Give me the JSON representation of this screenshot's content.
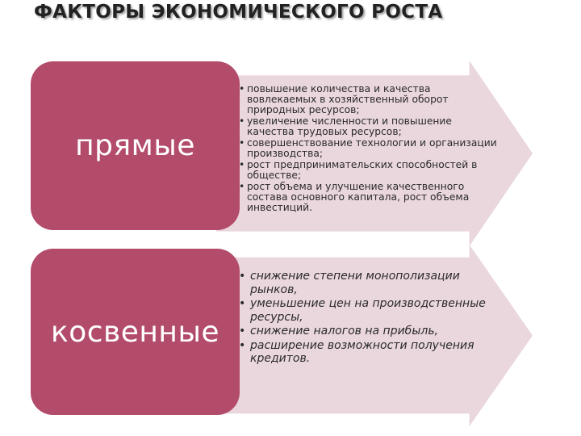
{
  "title": "ФАКТОРЫ ЭКОНОМИЧЕСКОГО РОСТА",
  "colors": {
    "box": "#b34b6b",
    "arrow": "#ead7de",
    "text": "#2a2a2a"
  },
  "groups": [
    {
      "label": "прямые",
      "items": [
        "повышение количества и качества вовлекаемых в хозяйственный оборот природных ресурсов;",
        "увеличение численности и повышение качества трудовых ресурсов;",
        "совершенствование технологии и организации производства;",
        "рост предпринимательских способностей в обществе;",
        "рост объема и улучшение качественного состава основного капитала, рост объема инвестиций."
      ]
    },
    {
      "label": "косвенные",
      "items": [
        "снижение степени монополизации рынков,",
        "уменьшение цен на производственные ресурсы,",
        "снижение налогов на прибыль,",
        "расширение возможности получения кредитов."
      ]
    }
  ]
}
